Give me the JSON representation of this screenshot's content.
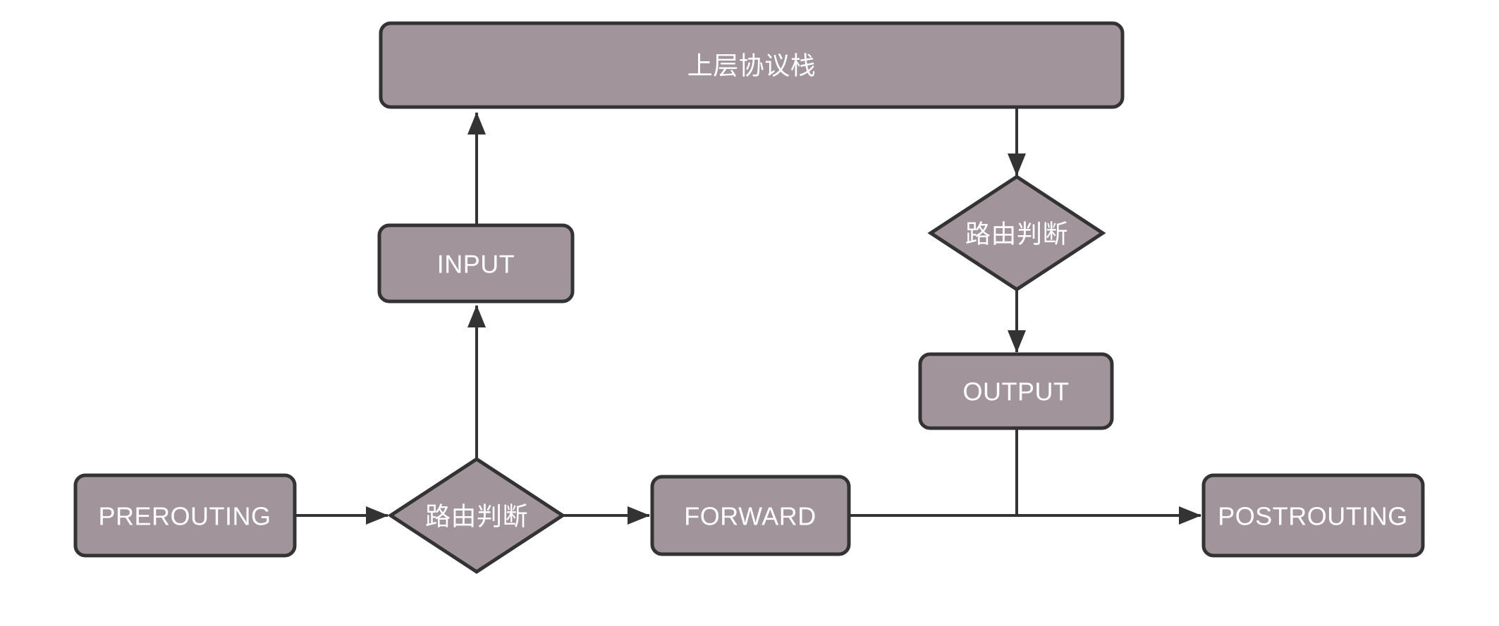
{
  "diagram": {
    "type": "flowchart",
    "background": "#ffffff",
    "style": {
      "node_fill": "#a1949a",
      "node_border": "#333333",
      "edge_color": "#333333",
      "label_color": "#ffffff"
    },
    "nodes": {
      "upper_protocol_stack": {
        "label": "上层协议栈",
        "shape": "rect"
      },
      "input": {
        "label": "INPUT",
        "shape": "rect"
      },
      "routing_decision_top": {
        "label": "路由判断",
        "shape": "diamond"
      },
      "output": {
        "label": "OUTPUT",
        "shape": "rect"
      },
      "prerouting": {
        "label": "PREROUTING",
        "shape": "rect"
      },
      "routing_decision_bottom": {
        "label": "路由判断",
        "shape": "diamond"
      },
      "forward": {
        "label": "FORWARD",
        "shape": "rect"
      },
      "postrouting": {
        "label": "POSTROUTING",
        "shape": "rect"
      }
    },
    "edges": [
      {
        "from": "prerouting",
        "to": "routing_decision_bottom",
        "arrow": true
      },
      {
        "from": "routing_decision_bottom",
        "to": "input",
        "arrow": true
      },
      {
        "from": "input",
        "to": "upper_protocol_stack",
        "arrow": true
      },
      {
        "from": "upper_protocol_stack",
        "to": "routing_decision_top",
        "arrow": true
      },
      {
        "from": "routing_decision_top",
        "to": "output",
        "arrow": true
      },
      {
        "from": "routing_decision_bottom",
        "to": "forward",
        "arrow": true
      },
      {
        "from": "forward",
        "to": "postrouting",
        "arrow": true
      },
      {
        "from": "output",
        "to": "forward_postrouting_line",
        "arrow": false
      }
    ]
  }
}
